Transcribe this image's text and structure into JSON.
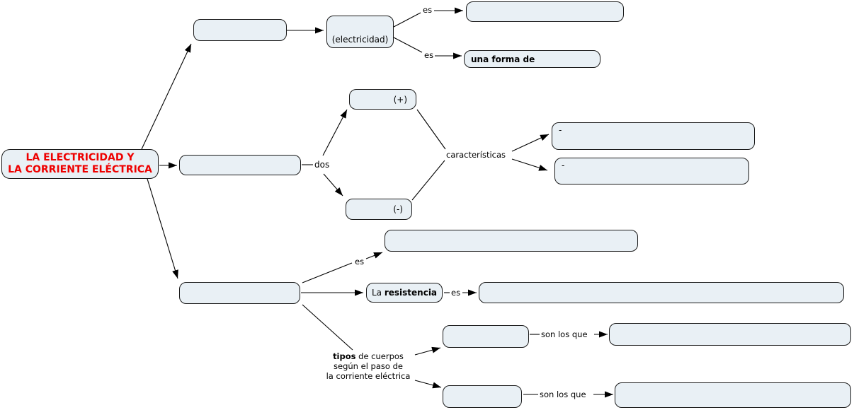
{
  "colors": {
    "node_fill": "#e9f0f5",
    "node_border": "#1a1a1a",
    "title_text": "#ee0000",
    "line": "#000000"
  },
  "main_node": {
    "line1": "LA ELECTRICIDAD Y",
    "line2": "LA CORRIENTE ELÉCTRICA"
  },
  "branch_electricidad": {
    "intro_box": "",
    "concept_label": "(electricidad)",
    "link_es_top": "es",
    "definition_box": "",
    "link_es_bottom": "es",
    "forma_box": "una forma de"
  },
  "branch_cargas": {
    "intro_box": "",
    "link_dos": "dos",
    "positive_box": "(+)",
    "negative_box": "(-)",
    "link_caracteristicas": "características",
    "caracteristica_1": "-",
    "caracteristica_2": "-"
  },
  "branch_corriente": {
    "intro_box": "",
    "link_es_top": "es",
    "definition_box": "",
    "resistencia_pre": "La ",
    "resistencia_bold": "resistencia",
    "link_es_mid": "es",
    "resistencia_def_box": "",
    "tipos_bold": "tipos",
    "tipos_rest": " de cuerpos",
    "tipos_line2": "según el paso de",
    "tipos_line3": "la corriente eléctrica",
    "tipo1_box": "",
    "link_son1": "son los que",
    "tipo1_def_box": "",
    "tipo2_box": "",
    "link_son2": "son los que",
    "tipo2_def_box": ""
  }
}
